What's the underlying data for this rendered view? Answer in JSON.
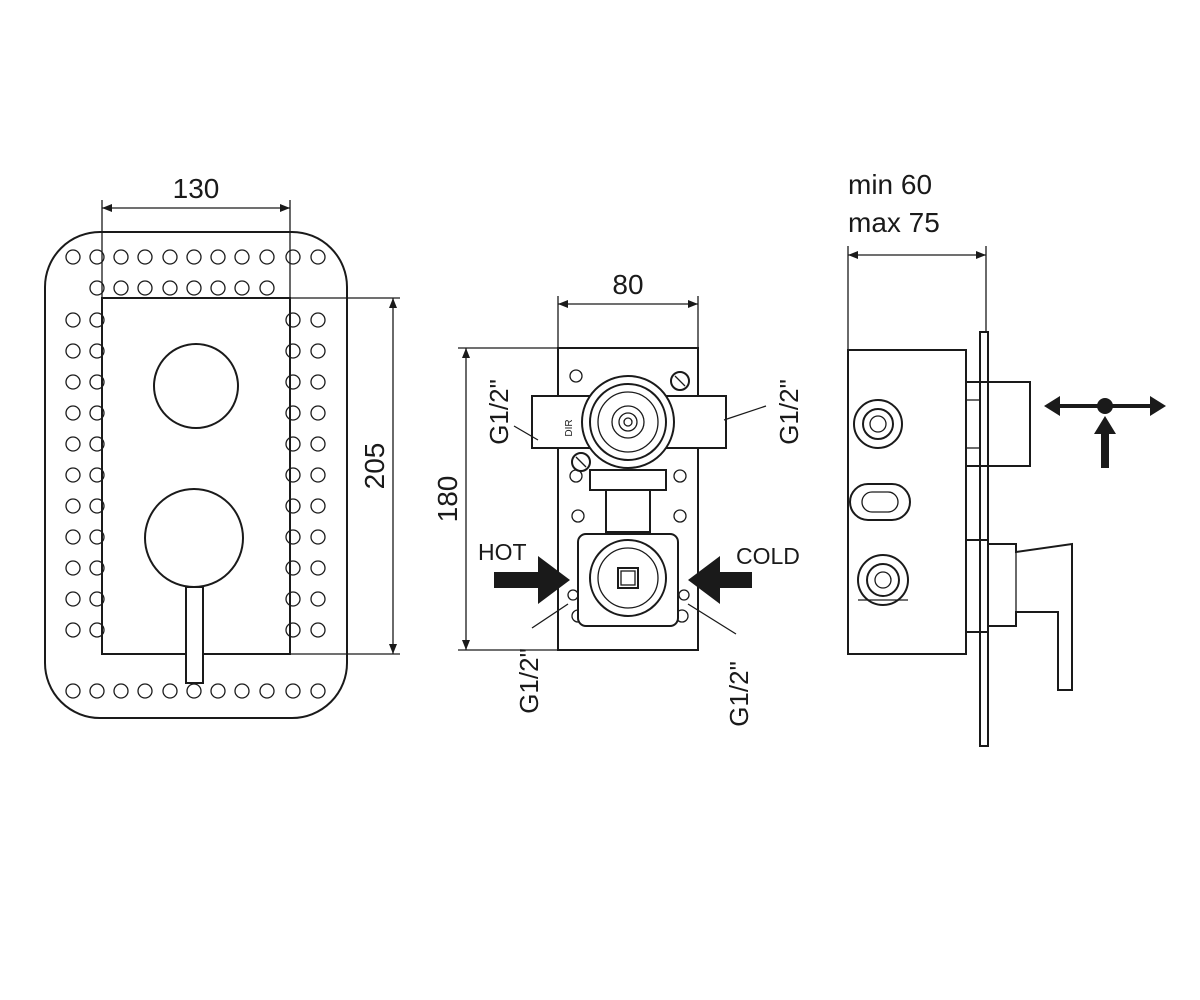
{
  "colors": {
    "line": "#1a1a1a",
    "background": "#ffffff"
  },
  "front_view": {
    "width_label": "130",
    "height_label": "205"
  },
  "box_view": {
    "width_label": "80",
    "height_label": "180",
    "top_left_thread": "G1/2\"",
    "top_right_thread": "G1/2\"",
    "bottom_left_thread": "G1/2\"",
    "bottom_right_thread": "G1/2\"",
    "hot_label": "HOT",
    "cold_label": "COLD",
    "cartridge_mark": "DIR"
  },
  "side_view": {
    "depth_min_label": "min 60",
    "depth_max_label": "max 75"
  },
  "icons": {
    "hot_arrow": "arrow-right-icon",
    "cold_arrow": "arrow-left-icon",
    "flow_symbol": "diverter-flow-icon"
  }
}
